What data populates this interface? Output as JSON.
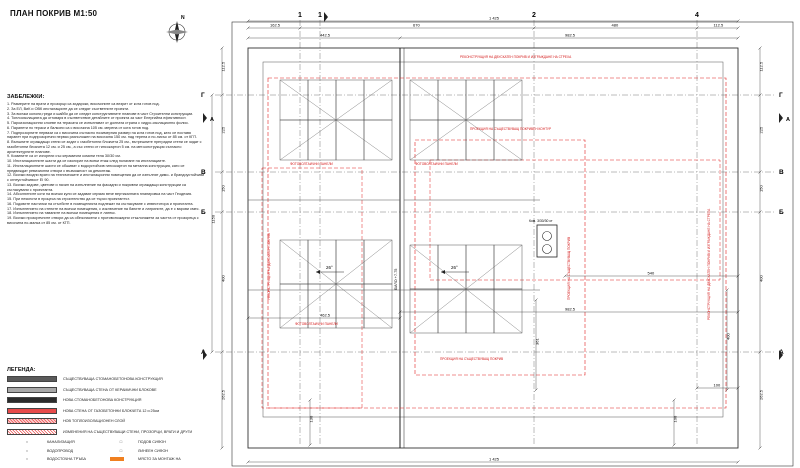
{
  "sheet": {
    "title": "ПЛАН ПОКРИВ М1:50",
    "north_icon": "compass-north-icon"
  },
  "notes": {
    "heading": "ЗАБЕЛЕЖКИ:",
    "items": [
      "1. Размерите на врати и прозорци са зидарски, височините са везрит от кота готов под.",
      "2. За ЕЛ, ВиК и ОВК инсталациите да се следят съответните проекти.",
      "3. За всички колони,греди и шайби да се следят конструктивните планове в част Строителни конструкции.",
      "4. Топлоизолацията да отговаря в съответствие детайлите от проекта за част Енергийна ефективност.",
      "5. Пароизолационни слоеве на терасата се изпълняват от долната страна с хидро-изолационно фолио.",
      "6. Парапети по тераси и балкони са с височина 105 см. мерена от кота готов под.",
      "7. Подпрозорните первази са с височина съгласно позимерния размер на кота готов под, като се поставя парапет при подпрозоречни перваз разположен на височина 150 см. над терена и по-нисък от 85 см. от КГП.",
      "8. Външните ограждащи стени се зидат с газобетонни блокчета 25 см., вътрешните преградни стени се зидат с газобетонни блокчета 12 см. и 25 см., а със стени от гипсокартон 5 см. на мет.конструкция съгласно архитектурните планове.",
      "9. Комините са от изгорели със керамични комини тела 30/30 см.",
      "10. Инсталационните шахти да се изолират на всеки етаж след полагане на инсталациите.",
      "11. Инсталационните шахти се обшиват с водоустойчив гипсокартон на метална конструкция, като се предвиждат ревизионни отвори с възможност за демонтаж.",
      "12. Всички входни врати на техническите и инсталационни помещения да се изпълнят димо- и брандоустойчиви с огнеустойчивост EI 90.",
      "13. Всички зидове, цветове и начин на изпълнение на фасадни и покривни ограждащи конструкции са съгласувани с проектанта.",
      "14. Абсолютните коти на всички кули се задават спрямо вече вертикалната планировка на част Геодезия.",
      "15. При неясноти в процеса на строителство да се търси проектантът.",
      "16. Подовите настилки на стълбите в помещенията подлежат на съгласуване с инвеститора и проектанта.",
      "17. Изпълнението на стените на всички помещения, с изключение на баните и латрините, да е с варови смес.",
      "18. Изпълнението на таваните на всички помещения е латекс.",
      "19. Всички прозоречните отвори да са обезопасени с противопожарни стъклопакети за частта от прозореца с височина по-малка от 85 см. от КГП."
    ]
  },
  "legend": {
    "heading": "ЛЕГЕНДА:",
    "rows": [
      {
        "label": "СЪЩЕСТВУВАЩА СТОМАНОБЕТОНОВА КОНСТРУКЦИЯ",
        "fill": "#5a5a5a",
        "hatch": false
      },
      {
        "label": "СЪЩЕСТВУВАЩА СТЕНА ОТ КЕРАМИЧНИ БЛОКОВЕ",
        "fill": "#a8a8a8",
        "hatch": false
      },
      {
        "label": "НОВА СТОМАНОБЕТОНОВА КОНСТРУКЦИЯ",
        "fill": "#2b2b2b",
        "hatch": false
      },
      {
        "label": "НОВА СТЕНА ОТ ГАЗОБЕТОННИ БЛОКЧЕТА 12 и 25см",
        "fill": "#e84a4a",
        "hatch": false
      },
      {
        "label": "НОВ ТОПЛОИЗОЛАЦИОНЕН СЛОЙ",
        "fill": "#ffd0d0",
        "hatch": true
      },
      {
        "label": "ИЗМЕНЕНИЯ НА СЪЩЕСТВУВАЩИ СТЕНИ, ПРОЗОРЦИ, ВРАТИ И ДРУГИ",
        "fill": "#ffffff",
        "hatch": true
      }
    ],
    "symbols_left": [
      "КАНАЛИЗАЦИЯ",
      "ВОДОПРОВОД",
      "ВОДОСТОЧНА ТРЪБА"
    ],
    "symbols_right": [
      "ПОДОВ СИФОН",
      "ЛИНЕЕН СИФОН",
      "МЯСТО ЗА МОНТАЖ НА"
    ]
  },
  "plan": {
    "axes_top": [
      "1",
      "1",
      "2",
      "4"
    ],
    "axes_left": [
      "Г",
      "В",
      "Б",
      "А"
    ],
    "section_mark": "А",
    "dims_top_row1": [
      "162.5",
      "670",
      "480",
      "112.5"
    ],
    "dims_top_row2": [
      "442.5",
      "982.5"
    ],
    "dim_top_total": "1 425",
    "dims_left": [
      "225",
      "150",
      "400",
      "1150",
      "262.5",
      "112.5"
    ],
    "dims_right": [
      "112.5",
      "225",
      "150",
      "400",
      "262.5"
    ],
    "dim_inner_right_top": "540",
    "dim_inner_right_mid": "982.5",
    "dim_inner_left_mid": "462.5",
    "dim_inner_low": "361",
    "dim_inner_right_low": "100",
    "dim_inner_right_col": "400",
    "dims_bottom": [
      "130",
      "100"
    ],
    "slopes": [
      "26°",
      "26°"
    ],
    "chimney_label": "Ком. 3/30/30 ст",
    "red_labels": [
      "РЕКОНСТРУКЦИЯ НА ДВУСКАТЕН ПОКРИВ И ИЗГРАЖДАНЕ НА СТРЕХА",
      "ПРОЕКЦИЯ НА СЪЩЕСТВУВАЩ ПОКРИВЕН КОНТУР",
      "ФОТОВОЛТАИЧНИ ПАНЕЛИ",
      "ФОТОВОЛТАИЧНИ ПАНЕЛИ",
      "РЕКОНСТРУКЦИЯ НА ДВУСКАТЕН ПОКРИВ",
      "ПРОЕКЦИЯ НА СЪЩЕСТВУВАЩ ПОКРИВ",
      "РЕКОНСТРУКЦИЯ НА ДВУСКАТЕН ПОКРИВ И ИЗГРАЖДАНЕ НА СТРЕХА",
      "ФОТОВОЛТАИЧНИ ПАНЕЛИ",
      "ПРОЕКЦИЯ НА СЪЩЕСТВУВАЩ ПОКРИВ"
    ],
    "ridge_label": "БИЛО +7.75"
  }
}
